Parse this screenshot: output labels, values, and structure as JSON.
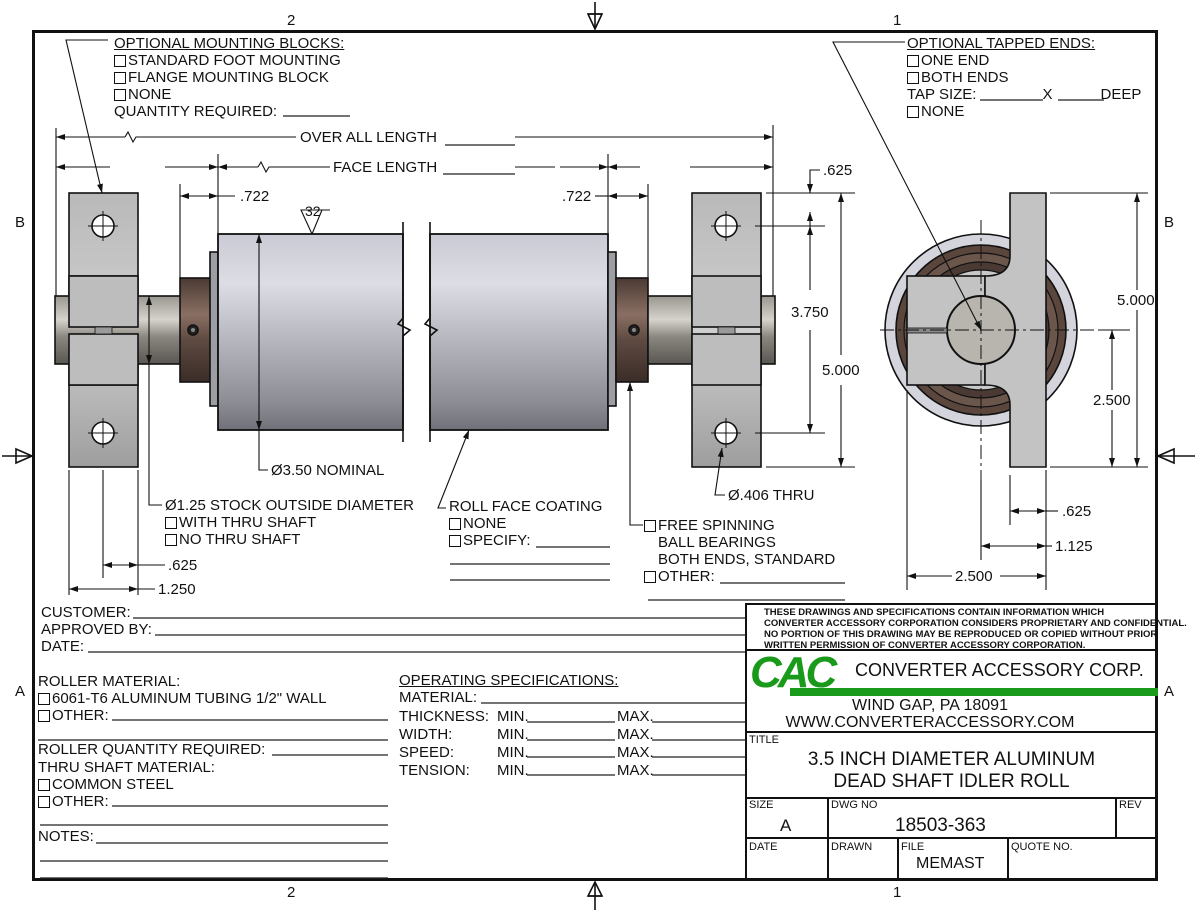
{
  "sheet": {
    "zone_top_left": "2",
    "zone_top_right": "1",
    "zone_bottom_left": "2",
    "zone_bottom_right": "1",
    "zone_left_top": "B",
    "zone_left_bottom": "A",
    "zone_right_top": "B",
    "zone_right_bottom": "A"
  },
  "mounting_blocks": {
    "title": "OPTIONAL MOUNTING BLOCKS:",
    "options": [
      "STANDARD FOOT MOUNTING",
      "FLANGE MOUNTING BLOCK",
      "NONE"
    ],
    "quantity_label": "QUANTITY REQUIRED:"
  },
  "tapped_ends": {
    "title": "OPTIONAL TAPPED ENDS:",
    "options": [
      "ONE END",
      "BOTH ENDS"
    ],
    "tap_size_label": "TAP SIZE:",
    "tap_x": "X",
    "tap_deep": "DEEP",
    "none_option": "NONE"
  },
  "dimensions": {
    "overall_length": "OVER ALL LENGTH",
    "face_length": "FACE LENGTH",
    "left_offset": ".722",
    "right_offset": ".722",
    "surface_finish": "32",
    "block_top": ".625",
    "hole_spacing": "3.750",
    "block_height": "5.000",
    "roll_diameter": "Ø3.50 NOMINAL",
    "hole_diameter": "Ø.406 THRU",
    "shaft_offset": ".625",
    "block_width": "1.250",
    "end_height": "5.000",
    "end_center": "2.500",
    "end_625": ".625",
    "end_1125": "1.125",
    "end_width": "2.500"
  },
  "shaft": {
    "title": "Ø1.25 STOCK OUTSIDE DIAMETER",
    "options": [
      "WITH THRU SHAFT",
      "NO THRU SHAFT"
    ]
  },
  "coating": {
    "title": "ROLL FACE COATING",
    "options": [
      "NONE",
      "SPECIFY:"
    ]
  },
  "bearings": {
    "option_lines": [
      "FREE SPINNING",
      "BALL BEARINGS",
      "BOTH ENDS, STANDARD"
    ],
    "other_label": "OTHER:"
  },
  "customer": {
    "customer_label": "CUSTOMER:",
    "approved_label": "APPROVED BY:",
    "date_label": "DATE:"
  },
  "roller_material": {
    "title": "ROLLER MATERIAL:",
    "options": [
      "6061-T6 ALUMINUM TUBING 1/2\" WALL",
      "OTHER:"
    ],
    "quantity_label": "ROLLER QUANTITY REQUIRED:",
    "shaft_title": "THRU SHAFT MATERIAL:",
    "shaft_options": [
      "COMMON STEEL",
      "OTHER:"
    ],
    "notes_label": "NOTES:"
  },
  "operating_specs": {
    "title": "OPERATING SPECIFICATIONS:",
    "material_label": "MATERIAL:",
    "rows": [
      {
        "label": "THICKNESS:",
        "min": "MIN.",
        "max": "MAX."
      },
      {
        "label": "WIDTH:",
        "min": "MIN.",
        "max": "MAX."
      },
      {
        "label": "SPEED:",
        "min": "MIN.",
        "max": "MAX."
      },
      {
        "label": "TENSION:",
        "min": "MIN.",
        "max": "MAX."
      }
    ]
  },
  "title_block": {
    "notice": [
      "THESE DRAWINGS AND SPECIFICATIONS CONTAIN INFORMATION WHICH",
      "CONVERTER ACCESSORY CORPORATION CONSIDERS PROPRIETARY AND CONFIDENTIAL.",
      "NO PORTION OF THIS DRAWING MAY BE REPRODUCED OR COPIED WITHOUT PRIOR",
      "WRITTEN PERMISSION OF CONVERTER ACCESSORY CORPORATION."
    ],
    "logo_text": "CAC",
    "company": "CONVERTER ACCESSORY CORP.",
    "address": "WIND GAP, PA 18091",
    "website": "WWW.CONVERTERACCESSORY.COM",
    "brand_color": "#1a9a1a",
    "title_label": "TITLE",
    "title_line1": "3.5 INCH DIAMETER ALUMINUM",
    "title_line2": "DEAD SHAFT IDLER ROLL",
    "size_label": "SIZE",
    "size_value": "A",
    "dwg_label": "DWG NO",
    "dwg_value": "18503-363",
    "rev_label": "REV",
    "rev_value": "",
    "date_label": "DATE",
    "drawn_label": "DRAWN",
    "file_label": "FILE",
    "file_value": "MEMAST",
    "quote_label": "QUOTE NO."
  }
}
